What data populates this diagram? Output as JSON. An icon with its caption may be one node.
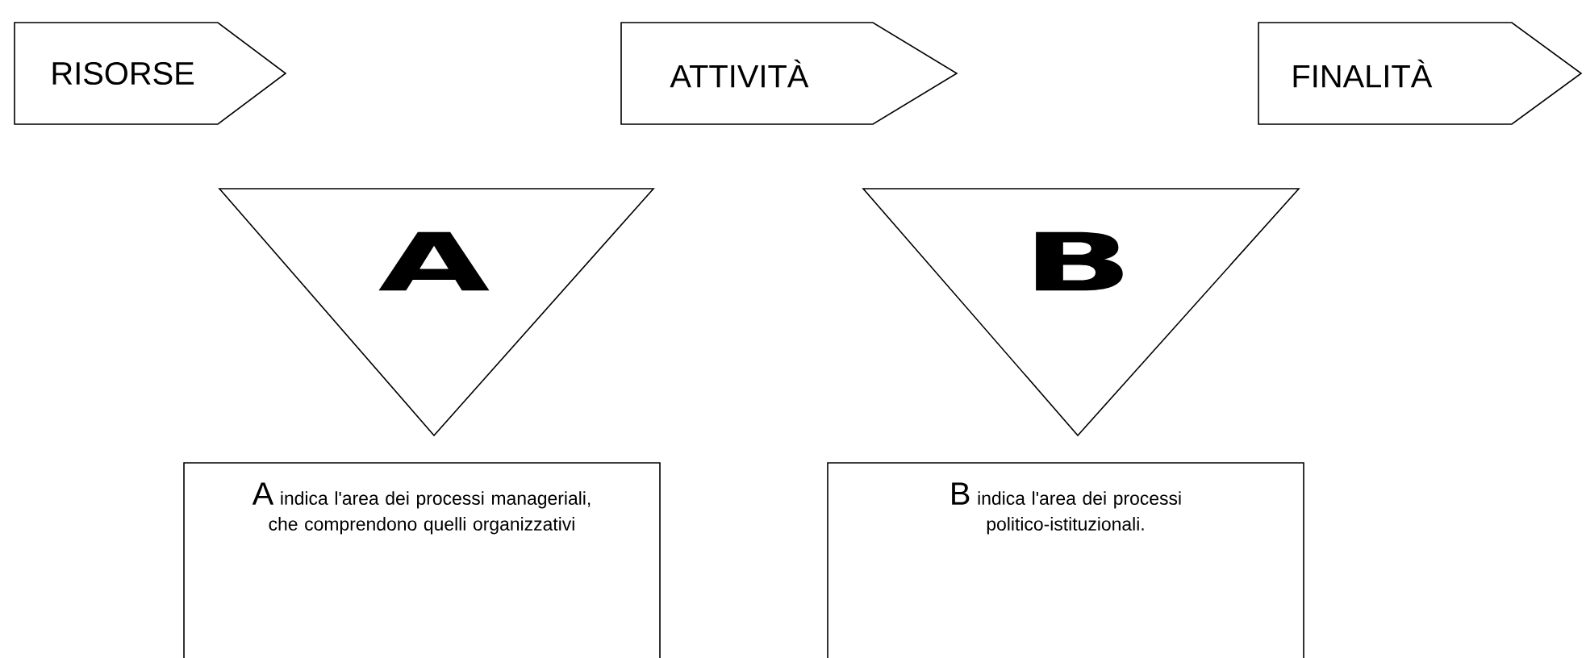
{
  "diagram": {
    "nodes": [
      {
        "text": [
          "RISORSE"
        ]
      },
      {
        "text": [
          "ATTIVITÀ"
        ]
      },
      {
        "text": [
          "FINALITÀ"
        ]
      },
      {
        "text": [
          "A"
        ]
      },
      {
        "text": [
          "B"
        ]
      },
      {
        "text": [
          "A",
          "indica l'area dei processi manageriali, che comprendono quelli organizzativi"
        ]
      },
      {
        "text": [
          "B",
          "indica l'area dei processi politico-istituzionali."
        ]
      }
    ]
  }
}
